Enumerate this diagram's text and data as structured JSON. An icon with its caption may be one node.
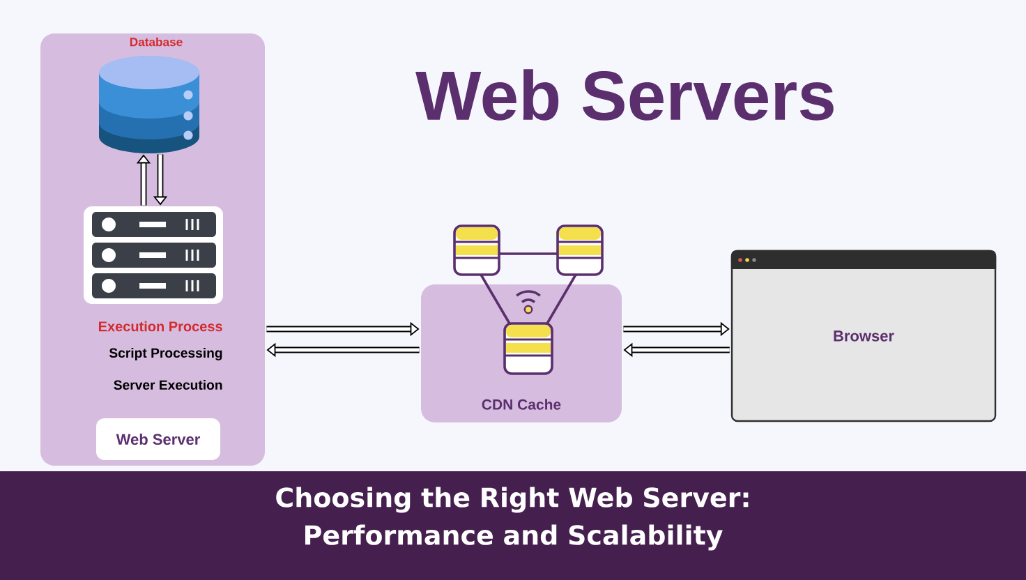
{
  "diagram": {
    "title": "Web Servers",
    "caption": "Choosing the Right Web Server: Performance and Scalability",
    "nodes": [
      {
        "text": [
          "Execution Process",
          "Script Processing",
          "Server Execution"
        ]
      },
      {
        "text": [
          "Database"
        ],
        "in": 0
      },
      {
        "text": [],
        "shape": "picture",
        "in": 0
      },
      {
        "text": [
          "Web Server"
        ],
        "in": 0
      },
      {
        "text": [
          "CDN Cache"
        ]
      },
      {
        "text": [
          "Browser"
        ]
      }
    ],
    "edges": [
      {
        "from": 2,
        "to": 1,
        "arrow": "to"
      },
      {
        "from": 1,
        "to": 2,
        "arrow": "to"
      },
      {
        "from": 0,
        "to": 4,
        "arrow": "to"
      },
      {
        "from": 4,
        "to": 0,
        "arrow": "to"
      },
      {
        "from": 4,
        "to": 5,
        "arrow": "to"
      },
      {
        "from": 5,
        "to": 4,
        "arrow": "to"
      }
    ]
  }
}
